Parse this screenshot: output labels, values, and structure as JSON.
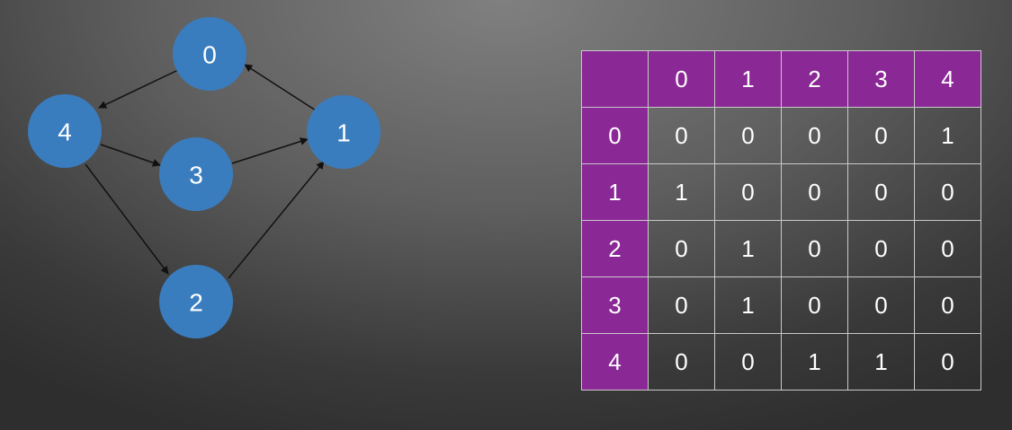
{
  "graph": {
    "nodes": [
      {
        "id": "0",
        "label": "0"
      },
      {
        "id": "1",
        "label": "1"
      },
      {
        "id": "2",
        "label": "2"
      },
      {
        "id": "3",
        "label": "3"
      },
      {
        "id": "4",
        "label": "4"
      }
    ],
    "edges": [
      {
        "from": "0",
        "to": "4"
      },
      {
        "from": "1",
        "to": "0"
      },
      {
        "from": "4",
        "to": "3"
      },
      {
        "from": "3",
        "to": "1"
      },
      {
        "from": "4",
        "to": "2"
      },
      {
        "from": "2",
        "to": "1"
      }
    ],
    "colors": {
      "node": "#3a7dbf",
      "edge": "#111111",
      "label": "#ffffff"
    }
  },
  "matrix": {
    "corner": "",
    "col_headers": [
      "0",
      "1",
      "2",
      "3",
      "4"
    ],
    "row_headers": [
      "0",
      "1",
      "2",
      "3",
      "4"
    ],
    "rows": [
      [
        "0",
        "0",
        "0",
        "0",
        "1"
      ],
      [
        "1",
        "0",
        "0",
        "0",
        "0"
      ],
      [
        "0",
        "1",
        "0",
        "0",
        "0"
      ],
      [
        "0",
        "1",
        "0",
        "0",
        "0"
      ],
      [
        "0",
        "0",
        "1",
        "1",
        "0"
      ]
    ],
    "colors": {
      "header": "#8a2896",
      "grid": "#c9c9c9",
      "text": "#ffffff"
    }
  }
}
